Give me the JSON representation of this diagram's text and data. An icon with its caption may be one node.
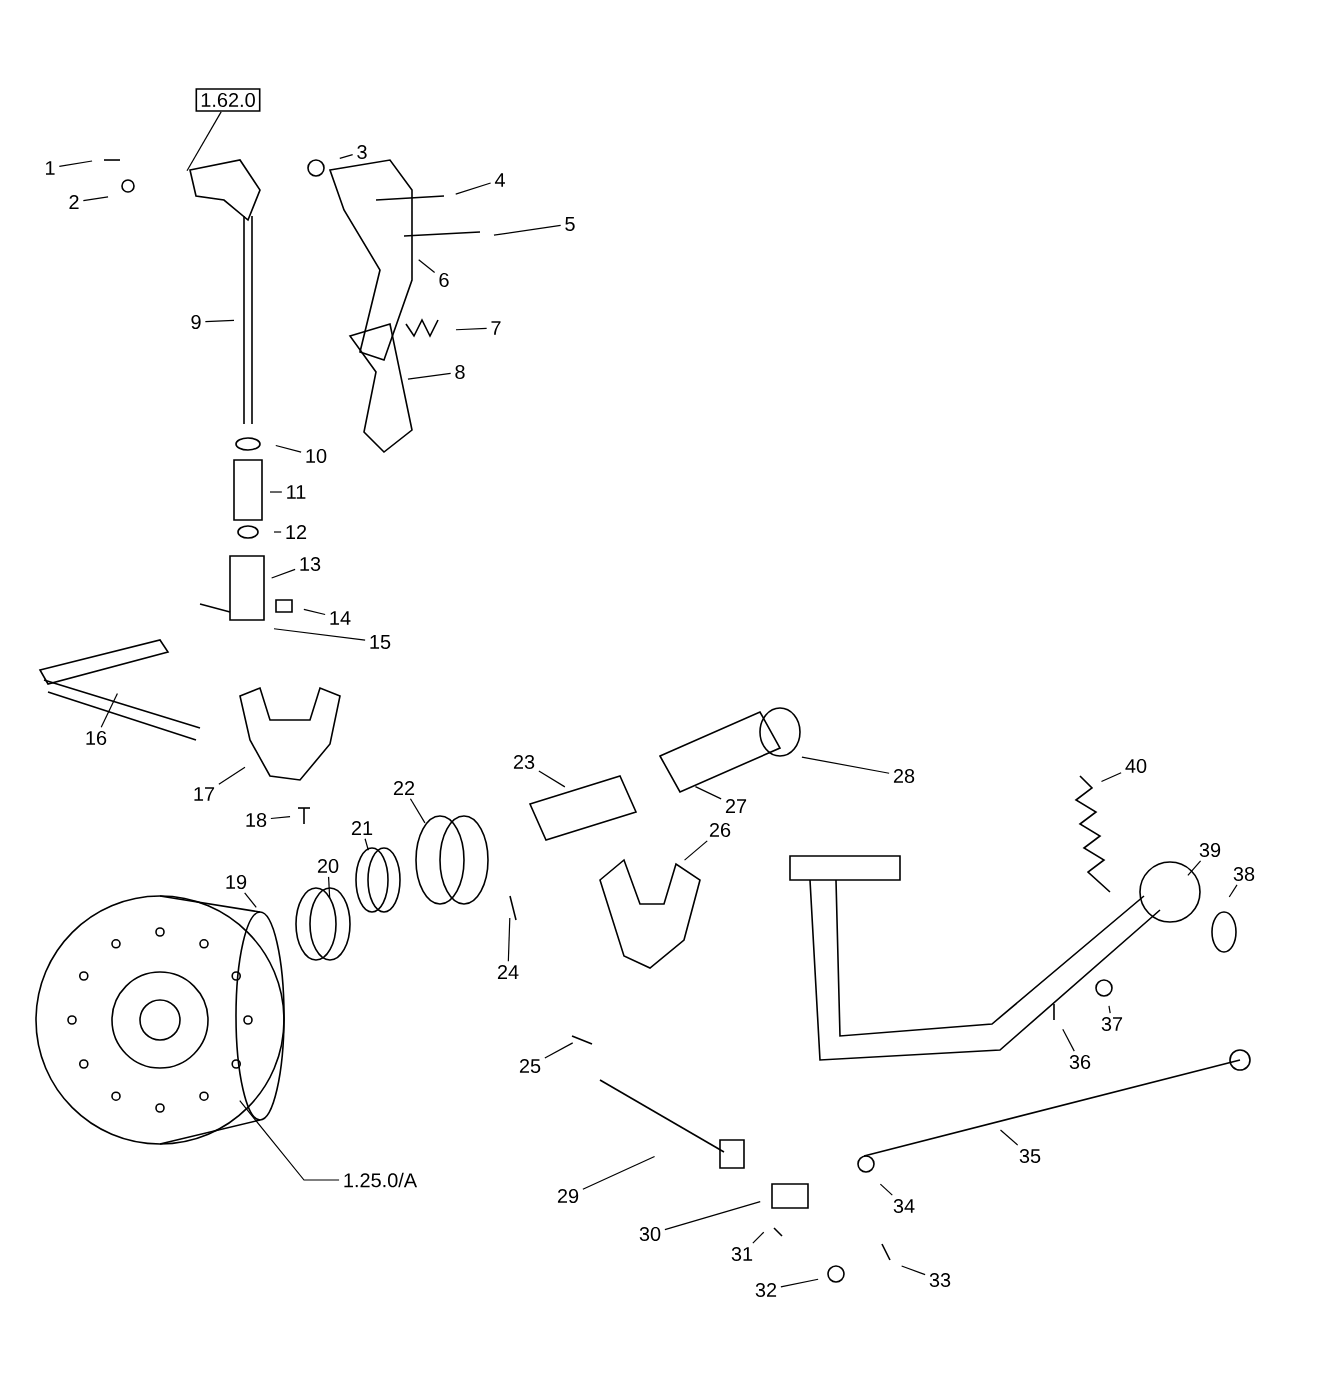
{
  "diagram": {
    "nodes": [
      {
        "text": [
          "1"
        ]
      },
      {
        "text": [
          "2"
        ]
      },
      {
        "text": [
          "3"
        ]
      },
      {
        "text": [
          "4"
        ]
      },
      {
        "text": [
          "5"
        ]
      },
      {
        "text": [
          "6"
        ]
      },
      {
        "text": [
          "7"
        ]
      },
      {
        "text": [
          "8"
        ]
      },
      {
        "text": [
          "9"
        ]
      },
      {
        "text": [
          "10"
        ]
      },
      {
        "text": [
          "11"
        ]
      },
      {
        "text": [
          "12"
        ]
      },
      {
        "text": [
          "13"
        ]
      },
      {
        "text": [
          "14"
        ]
      },
      {
        "text": [
          "15"
        ]
      },
      {
        "text": [
          "16"
        ]
      },
      {
        "text": [
          "17"
        ]
      },
      {
        "text": [
          "18"
        ]
      },
      {
        "text": [
          "19"
        ]
      },
      {
        "text": [
          "20"
        ]
      },
      {
        "text": [
          "21"
        ]
      },
      {
        "text": [
          "22"
        ]
      },
      {
        "text": [
          "23"
        ]
      },
      {
        "text": [
          "24"
        ]
      },
      {
        "text": [
          "25"
        ]
      },
      {
        "text": [
          "26"
        ]
      },
      {
        "text": [
          "27"
        ]
      },
      {
        "text": [
          "28"
        ]
      },
      {
        "text": [
          "29"
        ]
      },
      {
        "text": [
          "30"
        ]
      },
      {
        "text": [
          "31"
        ]
      },
      {
        "text": [
          "32"
        ]
      },
      {
        "text": [
          "33"
        ]
      },
      {
        "text": [
          "34"
        ]
      },
      {
        "text": [
          "35"
        ]
      },
      {
        "text": [
          "36"
        ]
      },
      {
        "text": [
          "37"
        ]
      },
      {
        "text": [
          "38"
        ]
      },
      {
        "text": [
          "39"
        ]
      },
      {
        "text": [
          "40"
        ]
      },
      {
        "text": [
          "1.62.0"
        ]
      },
      {
        "text": [
          "1.25.0/A"
        ]
      }
    ],
    "edges": [
      {
        "from": 0,
        "to": null,
        "arrow": "none"
      },
      {
        "from": 1,
        "to": null,
        "arrow": "none"
      },
      {
        "from": 2,
        "to": null,
        "arrow": "none"
      },
      {
        "from": 3,
        "to": null,
        "arrow": "none"
      },
      {
        "from": 4,
        "to": null,
        "arrow": "none"
      },
      {
        "from": 5,
        "to": null,
        "arrow": "none"
      },
      {
        "from": 6,
        "to": null,
        "arrow": "none"
      },
      {
        "from": 7,
        "to": null,
        "arrow": "none"
      },
      {
        "from": 8,
        "to": null,
        "arrow": "none"
      },
      {
        "from": 9,
        "to": null,
        "arrow": "none"
      },
      {
        "from": 10,
        "to": null,
        "arrow": "none"
      },
      {
        "from": 11,
        "to": null,
        "arrow": "none"
      },
      {
        "from": 12,
        "to": null,
        "arrow": "none"
      },
      {
        "from": 13,
        "to": null,
        "arrow": "none"
      },
      {
        "from": 14,
        "to": null,
        "arrow": "none"
      },
      {
        "from": 15,
        "to": null,
        "arrow": "none"
      },
      {
        "from": 16,
        "to": null,
        "arrow": "none"
      },
      {
        "from": 17,
        "to": null,
        "arrow": "none"
      },
      {
        "from": 18,
        "to": null,
        "arrow": "none"
      },
      {
        "from": 19,
        "to": null,
        "arrow": "none"
      },
      {
        "from": 20,
        "to": null,
        "arrow": "none"
      },
      {
        "from": 21,
        "to": null,
        "arrow": "none"
      },
      {
        "from": 22,
        "to": null,
        "arrow": "none"
      },
      {
        "from": 23,
        "to": null,
        "arrow": "none"
      },
      {
        "from": 24,
        "to": null,
        "arrow": "none"
      },
      {
        "from": 25,
        "to": null,
        "arrow": "none"
      },
      {
        "from": 26,
        "to": null,
        "arrow": "none"
      },
      {
        "from": 27,
        "to": null,
        "arrow": "none"
      },
      {
        "from": 28,
        "to": null,
        "arrow": "none"
      },
      {
        "from": 29,
        "to": null,
        "arrow": "none"
      },
      {
        "from": 30,
        "to": null,
        "arrow": "none"
      },
      {
        "from": 31,
        "to": null,
        "arrow": "none"
      },
      {
        "from": 32,
        "to": null,
        "arrow": "none"
      },
      {
        "from": 33,
        "to": null,
        "arrow": "none"
      },
      {
        "from": 34,
        "to": null,
        "arrow": "none"
      },
      {
        "from": 35,
        "to": null,
        "arrow": "none"
      },
      {
        "from": 36,
        "to": null,
        "arrow": "none"
      },
      {
        "from": 37,
        "to": null,
        "arrow": "none"
      },
      {
        "from": 38,
        "to": null,
        "arrow": "none"
      },
      {
        "from": 39,
        "to": null,
        "arrow": "none"
      },
      {
        "from": 40,
        "to": null,
        "arrow": "none"
      },
      {
        "from": 41,
        "to": null,
        "arrow": "none"
      }
    ]
  }
}
